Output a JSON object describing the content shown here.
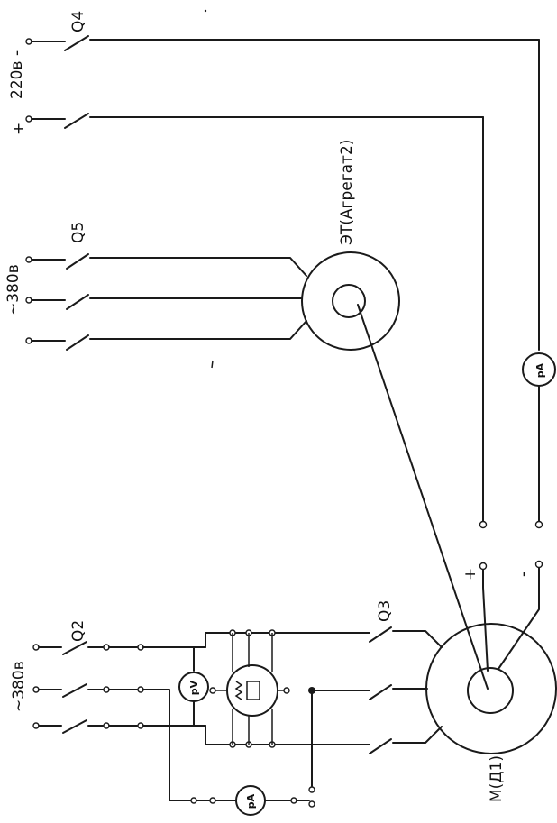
{
  "labels": {
    "q4": "Q4",
    "v220": "220в",
    "plus_top": "+",
    "minus_top": "-",
    "q5": "Q5",
    "v380_top": "~380в",
    "et": "ЭТ(Агрегат2)",
    "pa_right": "pA",
    "q2": "Q2",
    "v380_bottom": "~380в",
    "pv": "pV",
    "q3": "Q3",
    "plus_motor": "+",
    "minus_motor": "-",
    "motor": "M(Д1)",
    "pa_bottom": "pA"
  }
}
